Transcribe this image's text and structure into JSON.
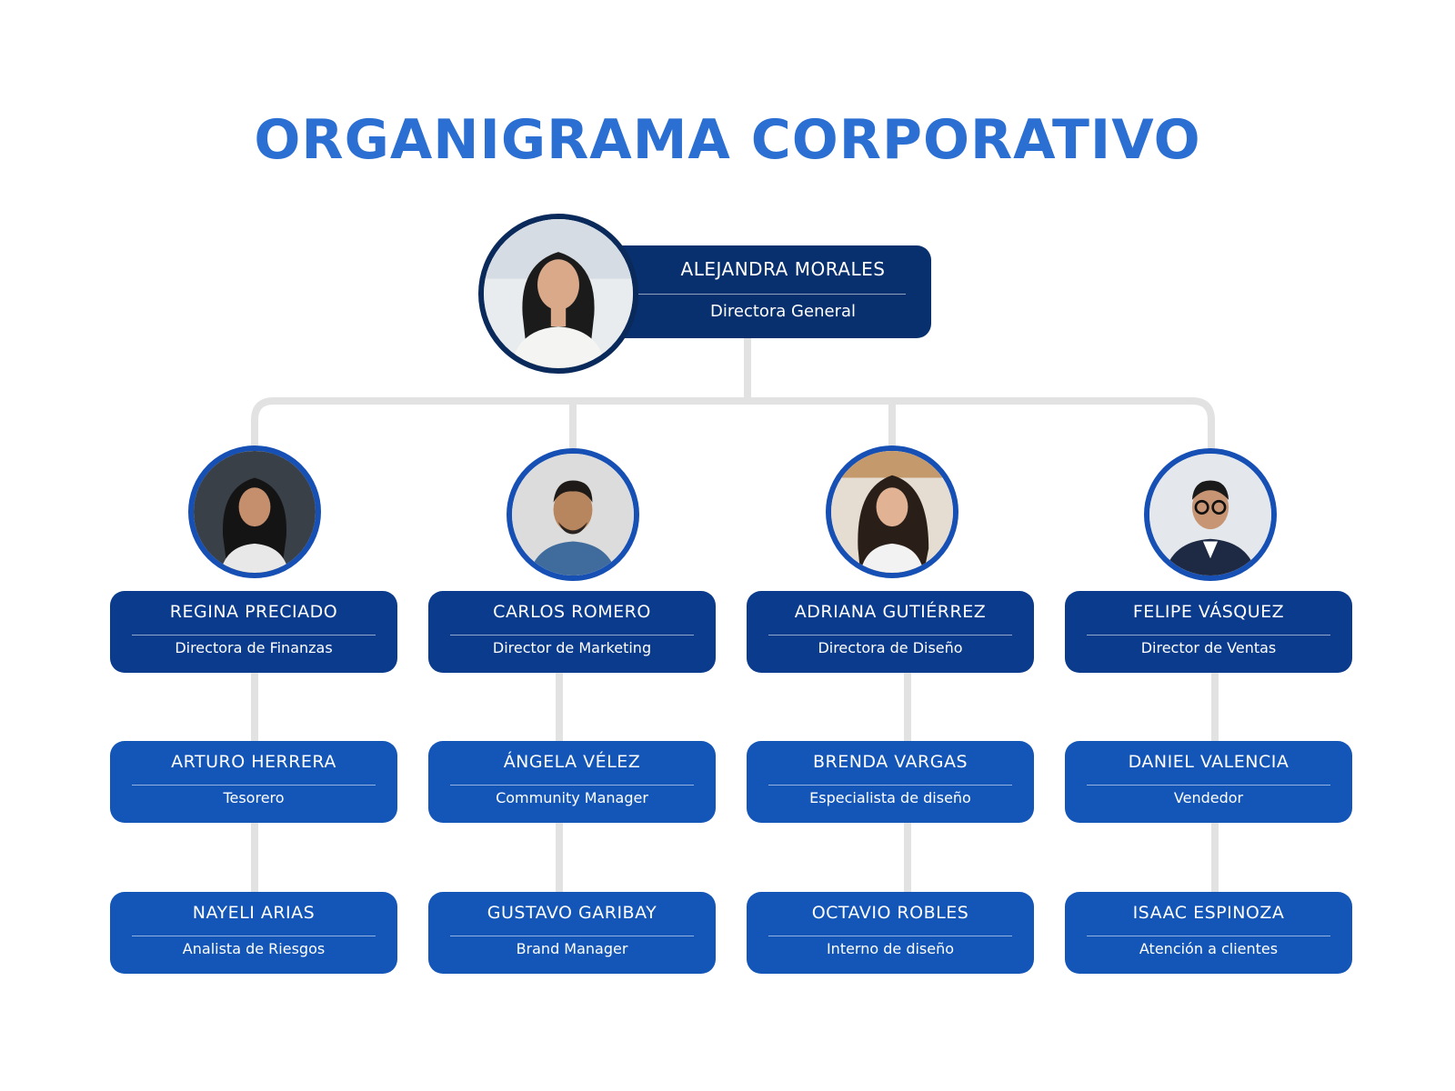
{
  "title": "ORGANIGRAMA CORPORATIVO",
  "colors": {
    "title": "#2a6fd1",
    "ceo_card": "#082f6e",
    "director_card": "#0b3b8c",
    "staff_card": "#1356b8",
    "connector": "#e2e2e2"
  },
  "ceo": {
    "name": "ALEJANDRA MORALES",
    "role": "Directora General",
    "photo": "woman-portrait"
  },
  "departments": [
    {
      "director": {
        "name": "REGINA PRECIADO",
        "role": "Directora de Finanzas",
        "photo": "woman-portrait"
      },
      "staff": [
        {
          "name": "ARTURO HERRERA",
          "role": "Tesorero"
        },
        {
          "name": "NAYELI ARIAS",
          "role": "Analista de Riesgos"
        }
      ]
    },
    {
      "director": {
        "name": "CARLOS ROMERO",
        "role": "Director de Marketing",
        "photo": "man-portrait"
      },
      "staff": [
        {
          "name": "ÁNGELA VÉLEZ",
          "role": "Community Manager"
        },
        {
          "name": "GUSTAVO GARIBAY",
          "role": "Brand Manager"
        }
      ]
    },
    {
      "director": {
        "name": "ADRIANA GUTIÉRREZ",
        "role": "Directora de Diseño",
        "photo": "woman-portrait"
      },
      "staff": [
        {
          "name": "BRENDA VARGAS",
          "role": "Especialista de diseño"
        },
        {
          "name": "OCTAVIO ROBLES",
          "role": "Interno de diseño"
        }
      ]
    },
    {
      "director": {
        "name": "FELIPE VÁSQUEZ",
        "role": "Director de Ventas",
        "photo": "man-portrait"
      },
      "staff": [
        {
          "name": "DANIEL VALENCIA",
          "role": "Vendedor"
        },
        {
          "name": "ISAAC ESPINOZA",
          "role": "Atención a clientes"
        }
      ]
    }
  ]
}
